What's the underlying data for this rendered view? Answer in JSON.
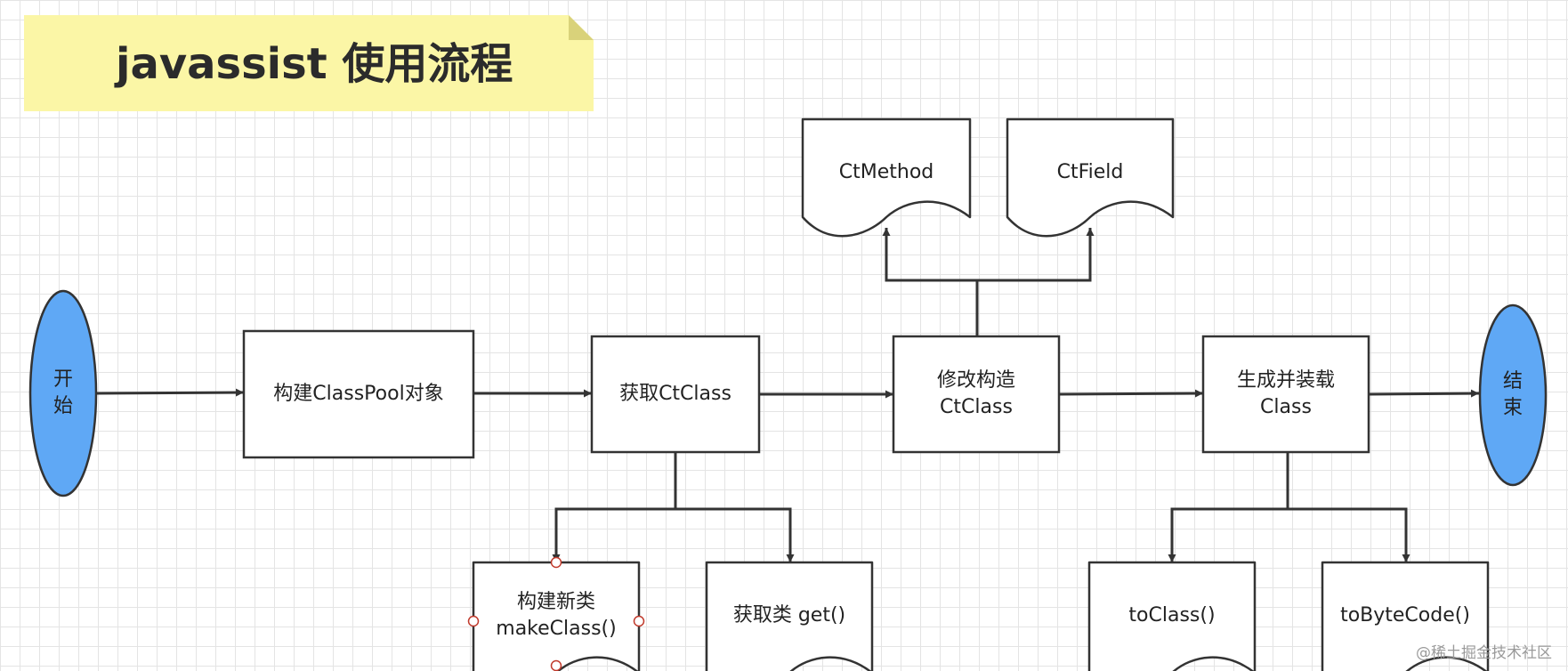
{
  "title": "javassist 使用流程",
  "nodes": {
    "start": "开\n始",
    "build_pool": "构建ClassPool对象",
    "get_ctclass": "获取CtClass",
    "modify": "修改构造\nCtClass",
    "generate": "生成并装载\nClass",
    "end": "结\n束",
    "ctmethod": "CtMethod",
    "ctfield": "CtField",
    "make_class": "构建新类\nmakeClass()",
    "get_class": "获取类 get()",
    "to_class": "toClass()",
    "to_bytecode": "toByteCode()"
  },
  "colors": {
    "terminal_fill": "#5fa8f5",
    "title_note_fill": "#fbf6a6",
    "stroke": "#333333",
    "selection_handle": "#c0392b"
  },
  "watermark": "@稀土掘金技术社区"
}
